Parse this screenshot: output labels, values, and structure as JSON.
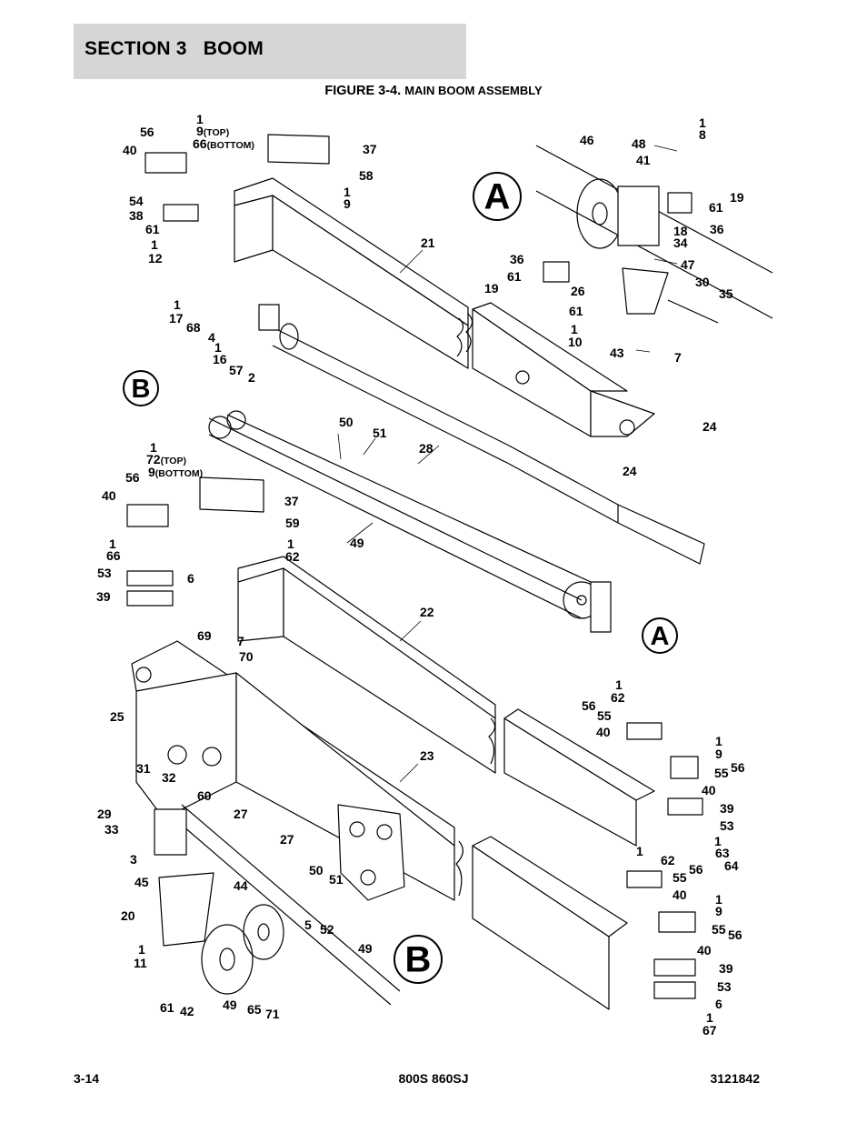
{
  "header": {
    "section_title": "SECTION 3   BOOM"
  },
  "figure": {
    "label": "FIGURE 3-4.",
    "title": "MAIN BOOM ASSEMBLY"
  },
  "callouts": [
    {
      "id": "c1",
      "text": "1"
    },
    {
      "id": "c2",
      "text": "9(TOP)"
    },
    {
      "id": "c3",
      "text": "66(BOTTOM)"
    },
    {
      "id": "c4",
      "text": "56"
    },
    {
      "id": "c5",
      "text": "40"
    },
    {
      "id": "c6",
      "text": "37"
    },
    {
      "id": "c7",
      "text": "58"
    },
    {
      "id": "c8",
      "text": "1"
    },
    {
      "id": "c9",
      "text": "9"
    },
    {
      "id": "c10",
      "text": "54"
    },
    {
      "id": "c11",
      "text": "38"
    },
    {
      "id": "c12",
      "text": "61"
    },
    {
      "id": "c13",
      "text": "1"
    },
    {
      "id": "c14",
      "text": "12"
    },
    {
      "id": "c15",
      "text": "21"
    },
    {
      "id": "c16",
      "text": "1"
    },
    {
      "id": "c17",
      "text": "17"
    },
    {
      "id": "c18",
      "text": "68"
    },
    {
      "id": "c19",
      "text": "4"
    },
    {
      "id": "c20",
      "text": "1"
    },
    {
      "id": "c21",
      "text": "16"
    },
    {
      "id": "c22",
      "text": "57"
    },
    {
      "id": "c23",
      "text": "2"
    },
    {
      "id": "c24",
      "text": "50"
    },
    {
      "id": "c25",
      "text": "51"
    },
    {
      "id": "c26",
      "text": "28"
    },
    {
      "id": "c27",
      "text": "24"
    },
    {
      "id": "c28",
      "text": "24"
    },
    {
      "id": "c29",
      "text": "1"
    },
    {
      "id": "c30",
      "text": "72(TOP)"
    },
    {
      "id": "c31",
      "text": "9(BOTTOM)"
    },
    {
      "id": "c32",
      "text": "56"
    },
    {
      "id": "c33",
      "text": "40"
    },
    {
      "id": "c34",
      "text": "37"
    },
    {
      "id": "c35",
      "text": "59"
    },
    {
      "id": "c36",
      "text": "1"
    },
    {
      "id": "c37",
      "text": "62"
    },
    {
      "id": "c38",
      "text": "49"
    },
    {
      "id": "c39",
      "text": "1"
    },
    {
      "id": "c40",
      "text": "66"
    },
    {
      "id": "c41",
      "text": "53"
    },
    {
      "id": "c42",
      "text": "6"
    },
    {
      "id": "c43",
      "text": "39"
    },
    {
      "id": "c44",
      "text": "22"
    },
    {
      "id": "c45",
      "text": "69"
    },
    {
      "id": "c46",
      "text": "7"
    },
    {
      "id": "c47",
      "text": "70"
    },
    {
      "id": "c48",
      "text": "25"
    },
    {
      "id": "c49",
      "text": "23"
    },
    {
      "id": "c50",
      "text": "31"
    },
    {
      "id": "c51",
      "text": "32"
    },
    {
      "id": "c52",
      "text": "29"
    },
    {
      "id": "c53",
      "text": "33"
    },
    {
      "id": "c54",
      "text": "60"
    },
    {
      "id": "c55",
      "text": "27"
    },
    {
      "id": "c56",
      "text": "27"
    },
    {
      "id": "c57",
      "text": "3"
    },
    {
      "id": "c58",
      "text": "45"
    },
    {
      "id": "c59",
      "text": "44"
    },
    {
      "id": "c60",
      "text": "50"
    },
    {
      "id": "c61",
      "text": "51"
    },
    {
      "id": "c62",
      "text": "20"
    },
    {
      "id": "c63",
      "text": "5"
    },
    {
      "id": "c64",
      "text": "52"
    },
    {
      "id": "c65",
      "text": "49"
    },
    {
      "id": "c66",
      "text": "1"
    },
    {
      "id": "c67",
      "text": "11"
    },
    {
      "id": "c68",
      "text": "61"
    },
    {
      "id": "c69",
      "text": "42"
    },
    {
      "id": "c70",
      "text": "49"
    },
    {
      "id": "c71",
      "text": "65"
    },
    {
      "id": "c72",
      "text": "71"
    },
    {
      "id": "c73",
      "text": "1"
    },
    {
      "id": "c74",
      "text": "8"
    },
    {
      "id": "c75",
      "text": "46"
    },
    {
      "id": "c76",
      "text": "48"
    },
    {
      "id": "c77",
      "text": "41"
    },
    {
      "id": "c78",
      "text": "19"
    },
    {
      "id": "c79",
      "text": "61"
    },
    {
      "id": "c80",
      "text": "18"
    },
    {
      "id": "c81",
      "text": "36"
    },
    {
      "id": "c82",
      "text": "34"
    },
    {
      "id": "c83",
      "text": "36"
    },
    {
      "id": "c84",
      "text": "47"
    },
    {
      "id": "c85",
      "text": "61"
    },
    {
      "id": "c86",
      "text": "19"
    },
    {
      "id": "c87",
      "text": "26"
    },
    {
      "id": "c88",
      "text": "30"
    },
    {
      "id": "c89",
      "text": "35"
    },
    {
      "id": "c90",
      "text": "61"
    },
    {
      "id": "c91",
      "text": "1"
    },
    {
      "id": "c92",
      "text": "10"
    },
    {
      "id": "c93",
      "text": "43"
    },
    {
      "id": "c94",
      "text": "7"
    },
    {
      "id": "c95",
      "text": "1"
    },
    {
      "id": "c96",
      "text": "62"
    },
    {
      "id": "c97",
      "text": "56"
    },
    {
      "id": "c98",
      "text": "55"
    },
    {
      "id": "c99",
      "text": "40"
    },
    {
      "id": "c100",
      "text": "1"
    },
    {
      "id": "c101",
      "text": "9"
    },
    {
      "id": "c102",
      "text": "55"
    },
    {
      "id": "c103",
      "text": "56"
    },
    {
      "id": "c104",
      "text": "40"
    },
    {
      "id": "c105",
      "text": "39"
    },
    {
      "id": "c106",
      "text": "53"
    },
    {
      "id": "c107",
      "text": "1"
    },
    {
      "id": "c108",
      "text": "63"
    },
    {
      "id": "c109",
      "text": "64"
    },
    {
      "id": "c110",
      "text": "1"
    },
    {
      "id": "c111",
      "text": "62"
    },
    {
      "id": "c112",
      "text": "56"
    },
    {
      "id": "c113",
      "text": "55"
    },
    {
      "id": "c114",
      "text": "40"
    },
    {
      "id": "c115",
      "text": "1"
    },
    {
      "id": "c116",
      "text": "9"
    },
    {
      "id": "c117",
      "text": "55"
    },
    {
      "id": "c118",
      "text": "56"
    },
    {
      "id": "c119",
      "text": "40"
    },
    {
      "id": "c120",
      "text": "39"
    },
    {
      "id": "c121",
      "text": "53"
    },
    {
      "id": "c122",
      "text": "6"
    },
    {
      "id": "c123",
      "text": "1"
    },
    {
      "id": "c124",
      "text": "67"
    }
  ],
  "detail_markers": [
    {
      "id": "A1",
      "text": "A"
    },
    {
      "id": "A2",
      "text": "A"
    },
    {
      "id": "B1",
      "text": "B"
    },
    {
      "id": "B2",
      "text": "B"
    }
  ],
  "footer": {
    "page": "3-14",
    "model": "800S 860SJ",
    "doc_number": "3121842"
  }
}
